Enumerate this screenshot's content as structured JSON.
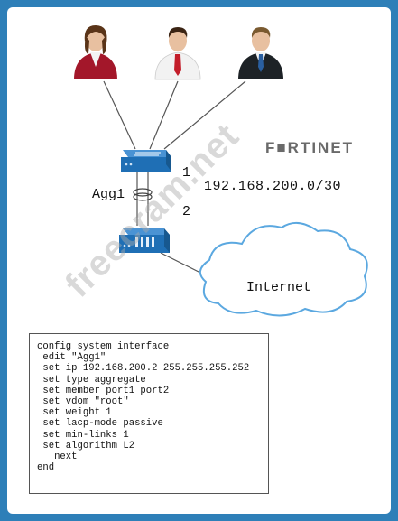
{
  "diagram": {
    "labels": {
      "agg": "Agg1",
      "port1": "1",
      "port2": "2",
      "subnet": "192.168.200.0/30",
      "internet": "Internet"
    },
    "brand": "F■RTINET",
    "watermark": "freecram.net",
    "users": [
      "female-user",
      "male-user-red-tie",
      "male-user-dark-suit"
    ]
  },
  "config": {
    "lines": [
      "config system interface",
      " edit \"Agg1\"",
      " set ip 192.168.200.2 255.255.255.252",
      " set type aggregate",
      " set member port1 port2",
      " set vdom \"root\"",
      " set weight 1",
      " set lacp-mode passive",
      " set min-links 1",
      " set algorithm L2",
      "   next",
      "end"
    ]
  },
  "colors": {
    "border": "#2e7fb8",
    "device": "#1f6fb5",
    "cloud": "#5ba8e0"
  }
}
